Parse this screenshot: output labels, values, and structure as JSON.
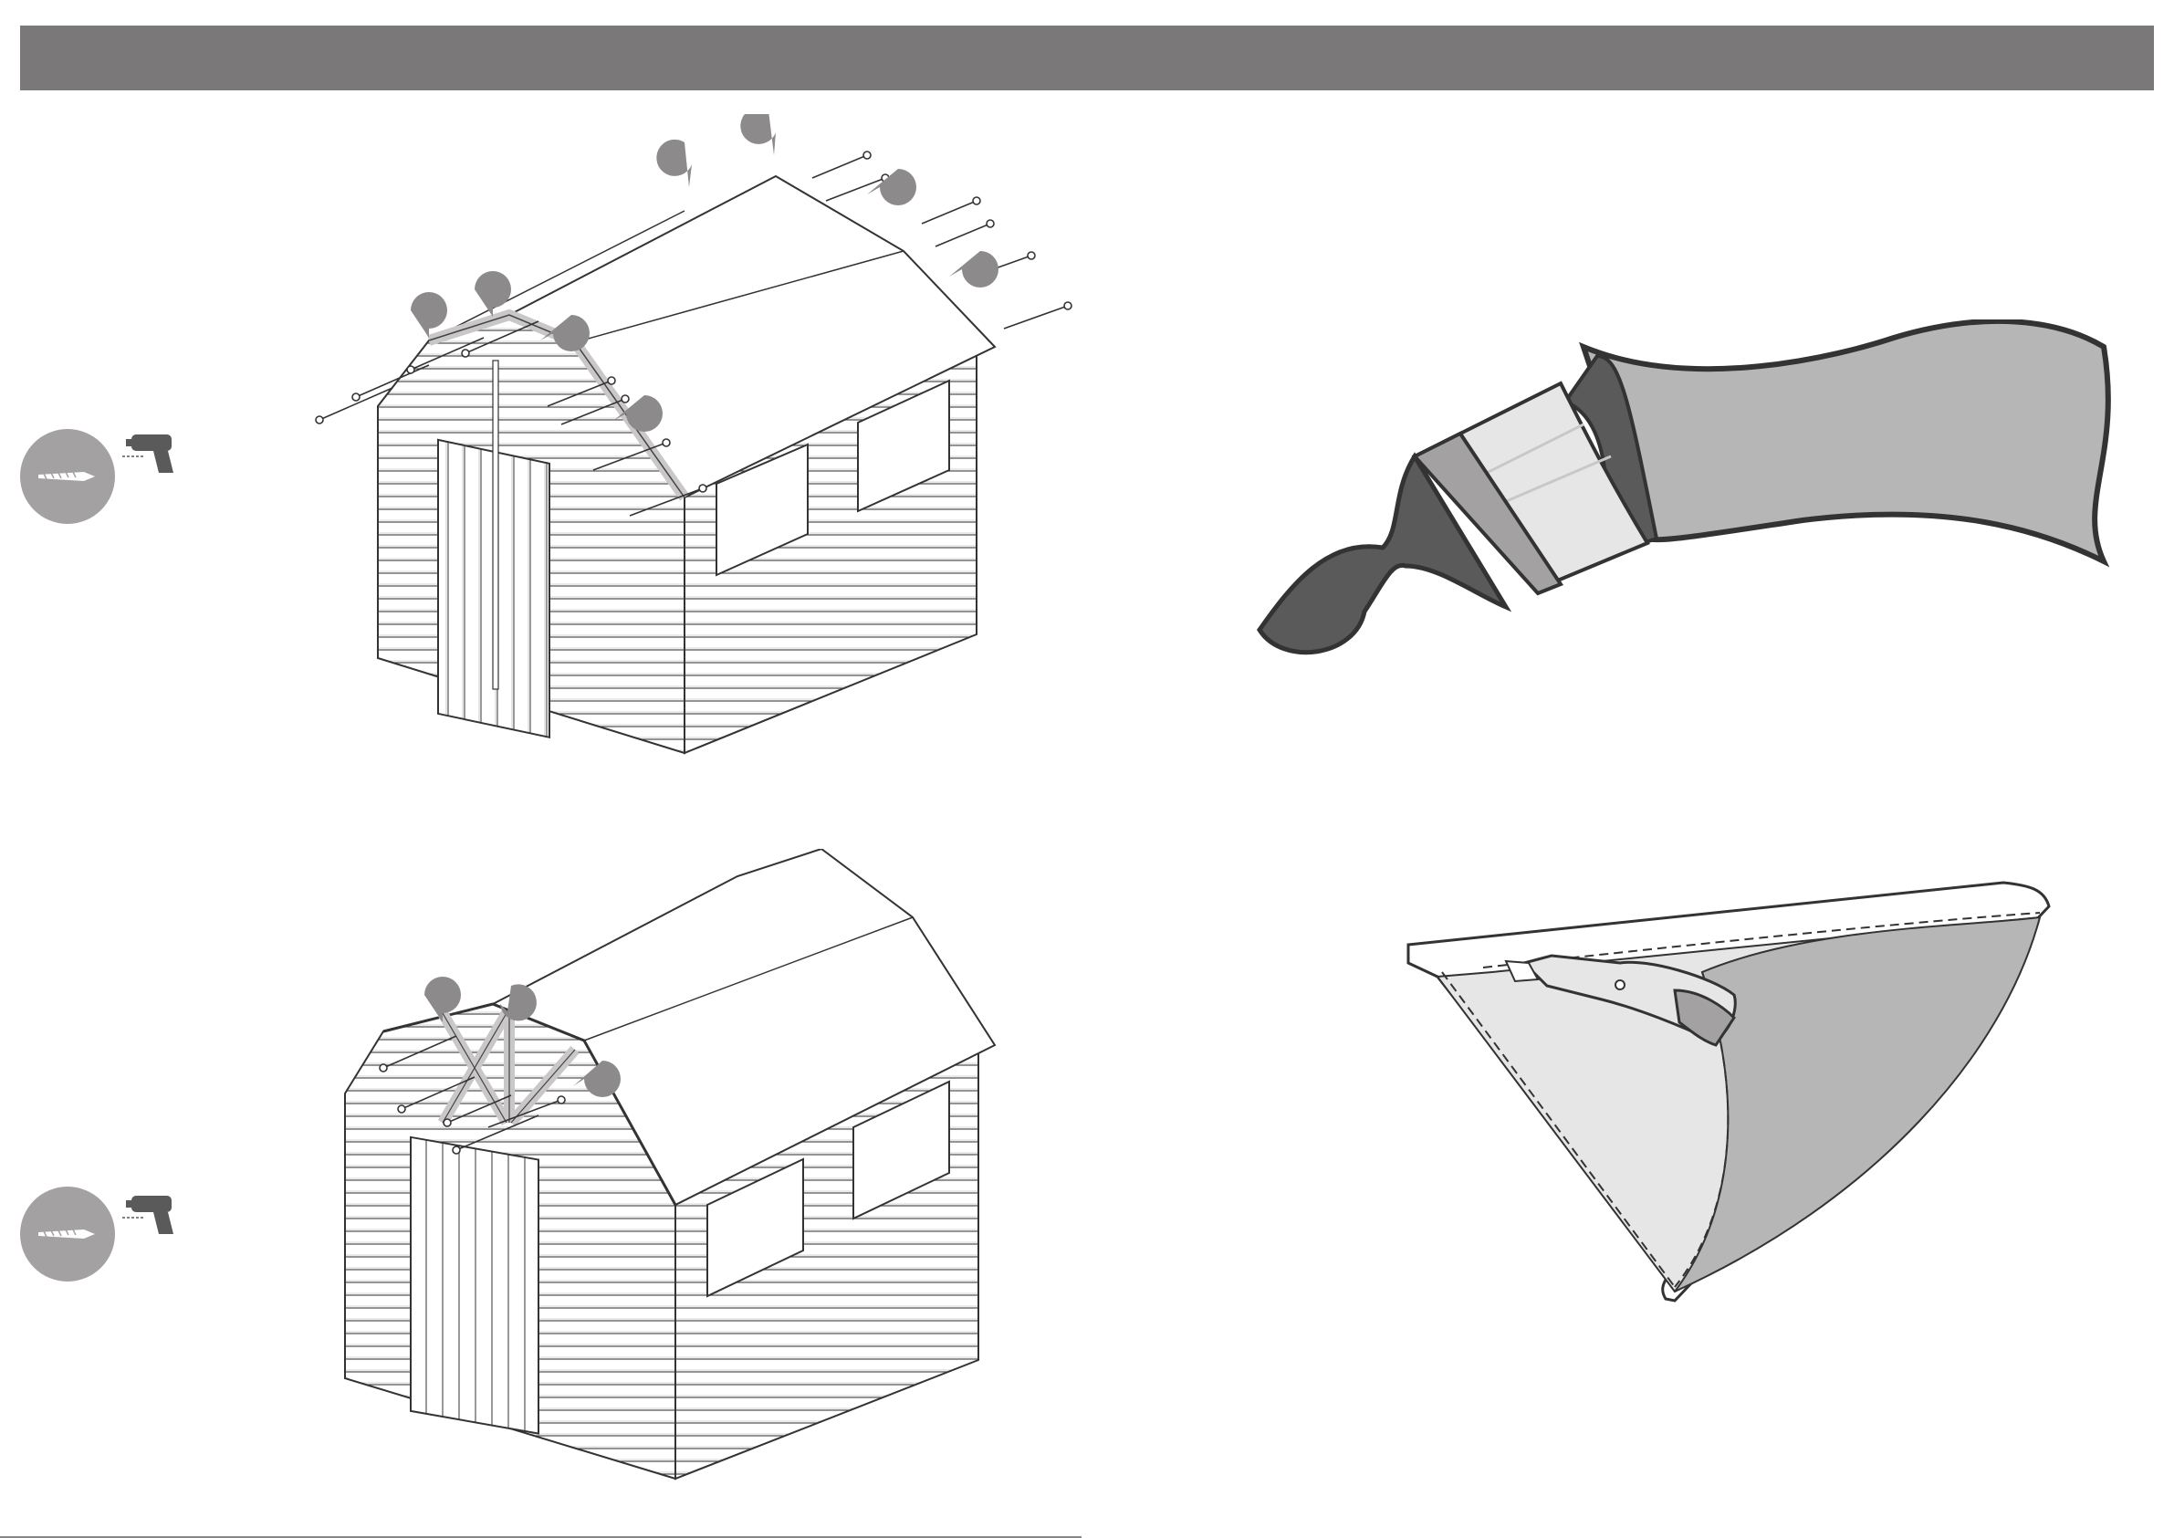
{
  "page": {
    "header_color": "#7a7879"
  },
  "steps": [
    {
      "id": "roof-trims-front",
      "fixing_tool": "screw-icon",
      "power_tool": "drill-icon",
      "callout_count": 9
    },
    {
      "id": "gable-batten",
      "fixing_tool": "screw-icon",
      "power_tool": "drill-icon",
      "callout_count": 3
    },
    {
      "id": "treat-wood",
      "tool": "paintbrush-icon"
    },
    {
      "id": "trim-felt",
      "tool": "utility-knife-icon"
    }
  ],
  "colors": {
    "callout": "#8c8a8b",
    "badge": "#a3a1a2",
    "tool_dark": "#5b5a5b",
    "felt": "#b7b6b6",
    "felt_light": "#e6e6e6"
  }
}
